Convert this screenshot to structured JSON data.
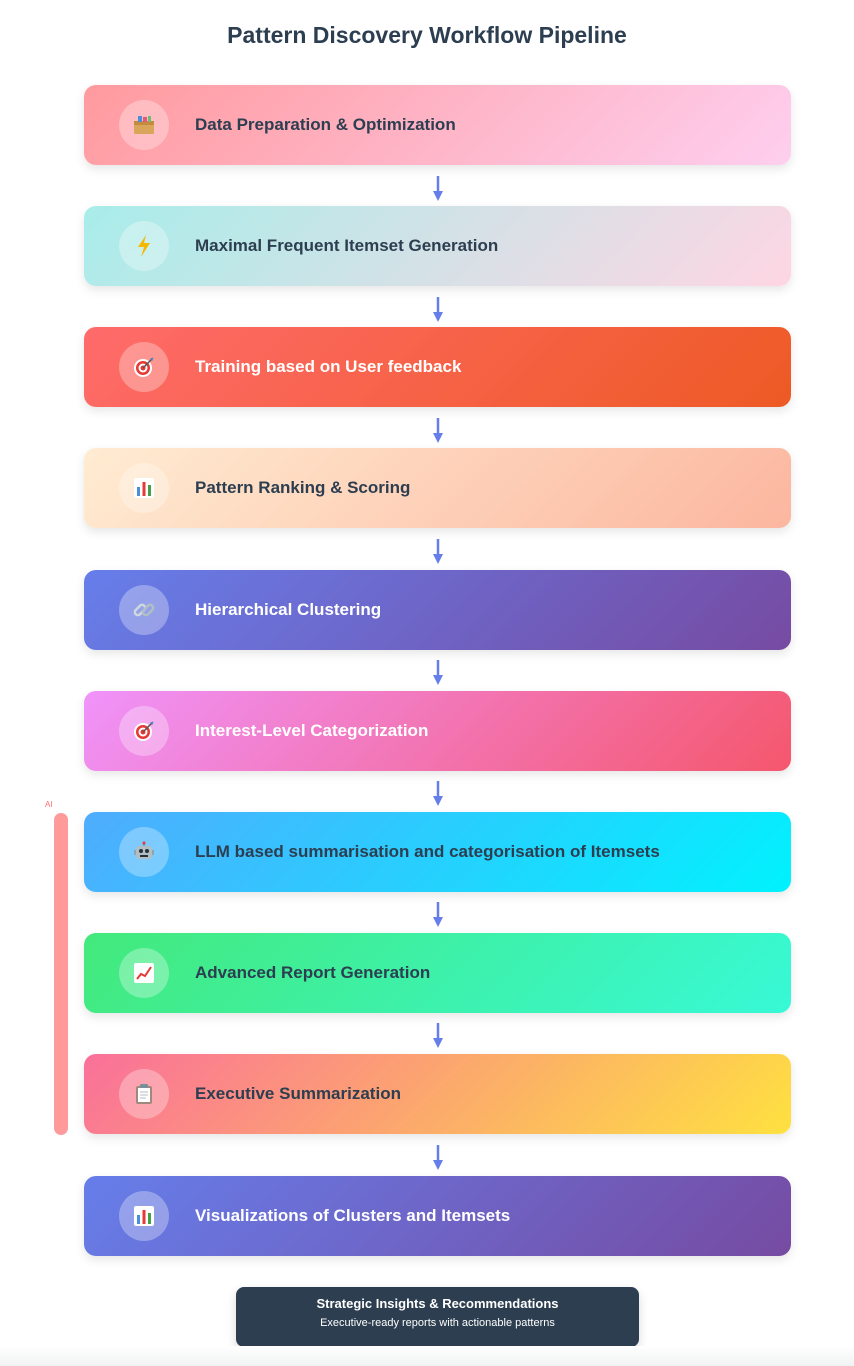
{
  "title": "Pattern Discovery Workflow Pipeline",
  "steps": [
    {
      "label": "Data Preparation & Optimization",
      "icon": "package-icon"
    },
    {
      "label": "Maximal Frequent Itemset Generation",
      "icon": "lightning-icon"
    },
    {
      "label": "Training based on User feedback",
      "icon": "target-icon"
    },
    {
      "label": "Pattern Ranking & Scoring",
      "icon": "bar-chart-icon"
    },
    {
      "label": "Hierarchical Clustering",
      "icon": "link-icon"
    },
    {
      "label": "Interest-Level Categorization",
      "icon": "target-icon"
    },
    {
      "label": "LLM based summarisation and categorisation of Itemsets",
      "icon": "robot-icon"
    },
    {
      "label": "Advanced Report Generation",
      "icon": "trend-chart-icon"
    },
    {
      "label": "Executive Summarization",
      "icon": "clipboard-icon"
    },
    {
      "label": "Visualizations of Clusters and Itemsets",
      "icon": "bar-chart-icon"
    }
  ],
  "ai_marker": {
    "label": "AI",
    "color": "#ff9a9a"
  },
  "footer": {
    "title": "Strategic Insights & Recommendations",
    "subtitle": "Executive-ready reports with actionable patterns"
  },
  "colors": {
    "title": "#2c3e50",
    "arrow": "#667eea",
    "footer_bg": "#2c3e50"
  }
}
